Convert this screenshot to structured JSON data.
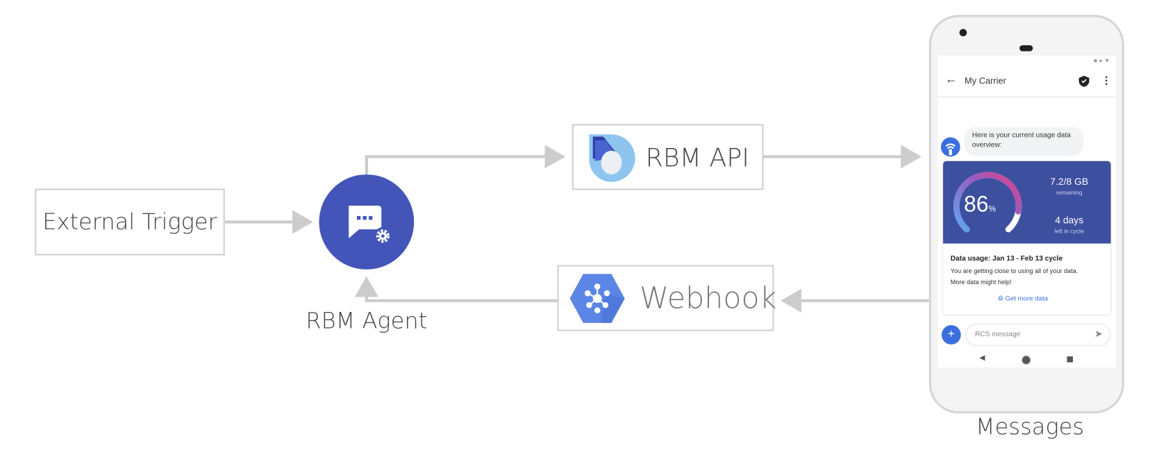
{
  "nodes": {
    "external_trigger": "External Trigger",
    "rbm_agent": "RBM Agent",
    "rbm_api": "RBM API",
    "webhook": "Webhook",
    "messages": "Messages"
  },
  "colors": {
    "agent": "#4355b9",
    "arrow": "#cccccc",
    "card": "#3d4f9f",
    "accent": "#3b6fe0"
  },
  "phone": {
    "header_title": "My Carrier",
    "bubble_text": "Here is your current usage data overview:",
    "usage_percent": "86",
    "percent_sign": "%",
    "usage_fraction": 0.86,
    "data_remaining": "7.2/8 GB",
    "remaining_label": "remaining",
    "days_left": "4 days",
    "days_label": "left in cycle",
    "card_title": "Data usage: Jan 13 - Feb 13 cycle",
    "card_body_1": "You are getting close to using all of your data.",
    "card_body_2": "More data might help!",
    "card_action": "Get more data",
    "input_placeholder": "RCS message"
  }
}
